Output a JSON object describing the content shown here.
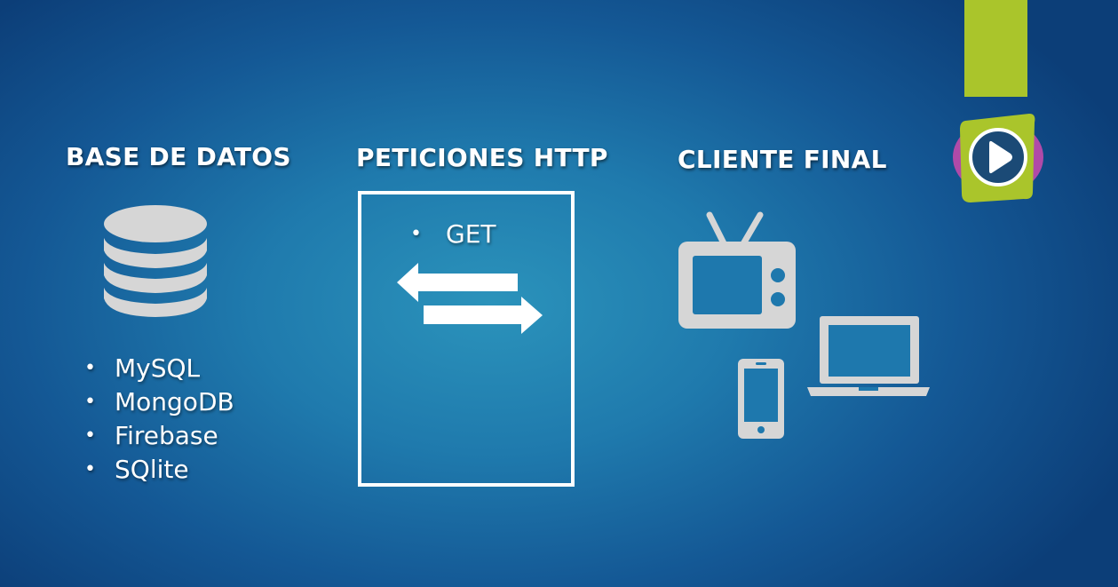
{
  "columns": {
    "database": {
      "title": "BASE DE DATOS",
      "items": [
        "MySQL",
        "MongoDB",
        "Firebase",
        "SQlite"
      ]
    },
    "http": {
      "title": "PETICIONES HTTP",
      "items": [
        "GET"
      ]
    },
    "client": {
      "title": "CLIENTE FINAL"
    }
  },
  "icons": {
    "database": "database-icon",
    "arrows": "bidirectional-arrows-icon",
    "tv": "tv-icon",
    "laptop": "laptop-icon",
    "phone": "smartphone-icon",
    "logo": "play-logo-icon"
  },
  "colors": {
    "background": "#1f7aad",
    "icon": "#d6d6d6",
    "accent_green": "#aac52b",
    "accent_purple": "#b04aa8",
    "logo_dark": "#1b4a76"
  }
}
